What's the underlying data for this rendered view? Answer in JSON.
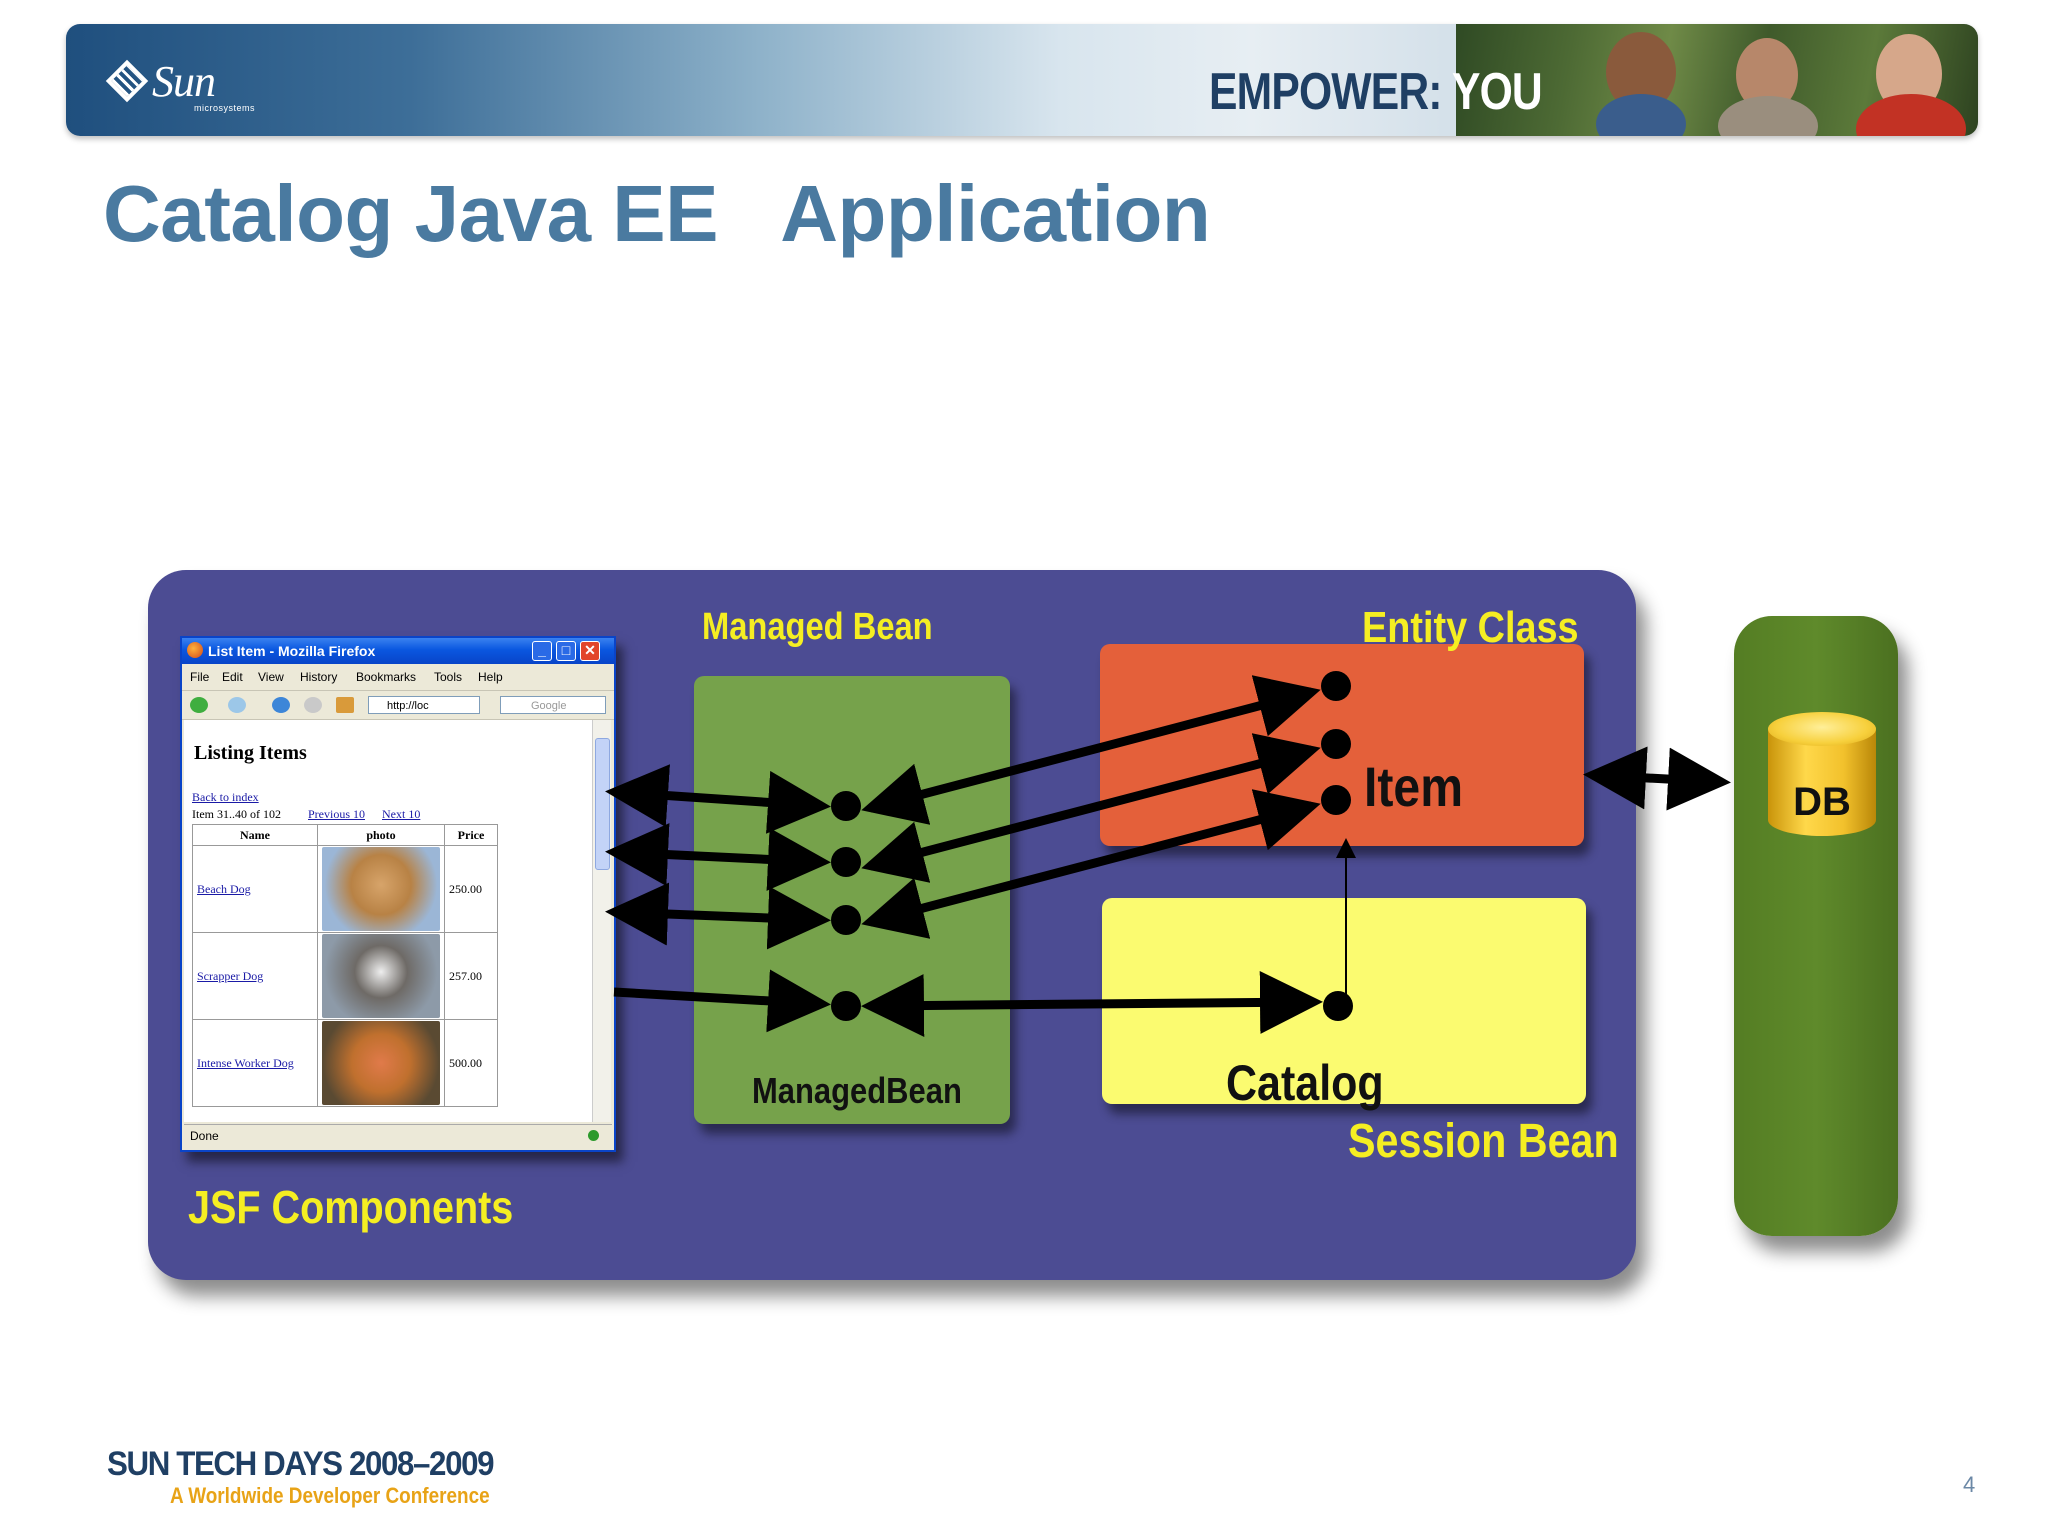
{
  "header": {
    "logo_text": "Sun",
    "logo_subtext": "microsystems",
    "tagline_part1": "EMPOWER:",
    "tagline_part2": "YOU"
  },
  "title": "Catalog Java EE   Application",
  "diagram": {
    "managed_bean_heading": "Managed Bean",
    "managed_bean_name": "ManagedBean",
    "entity_class_heading": "Entity Class",
    "entity_name": "Item",
    "session_bean_name": "Catalog",
    "session_bean_heading": "Session Bean",
    "jsf_label": "JSF Components",
    "db_label": "DB",
    "colors": {
      "panel": "#4c4c93",
      "managed_bean": "#76a24b",
      "entity": "#e4603a",
      "session": "#fbfb70",
      "db_column": "#5a8429",
      "label_yellow": "#f5ee22"
    }
  },
  "browser": {
    "window_title": "List Item - Mozilla Firefox",
    "menu": [
      "File",
      "Edit",
      "View",
      "History",
      "Bookmarks",
      "Tools",
      "Help"
    ],
    "url": "http://loc",
    "search_placeholder": "Google",
    "page_heading": "Listing Items",
    "back_link": "Back to index",
    "range_text": "Item 31..40 of 102",
    "prev_link": "Previous 10",
    "next_link": "Next 10",
    "columns": [
      "Name",
      "photo",
      "Price"
    ],
    "rows": [
      {
        "name": "Beach Dog",
        "price": "250.00"
      },
      {
        "name": "Scrapper Dog",
        "price": "257.00"
      },
      {
        "name": "Intense Worker Dog",
        "price": "500.00"
      }
    ],
    "status": "Done"
  },
  "footer": {
    "event": "SUN TECH DAYS 2008–2009",
    "subtitle": "A Worldwide Developer Conference",
    "page_number": "4"
  }
}
